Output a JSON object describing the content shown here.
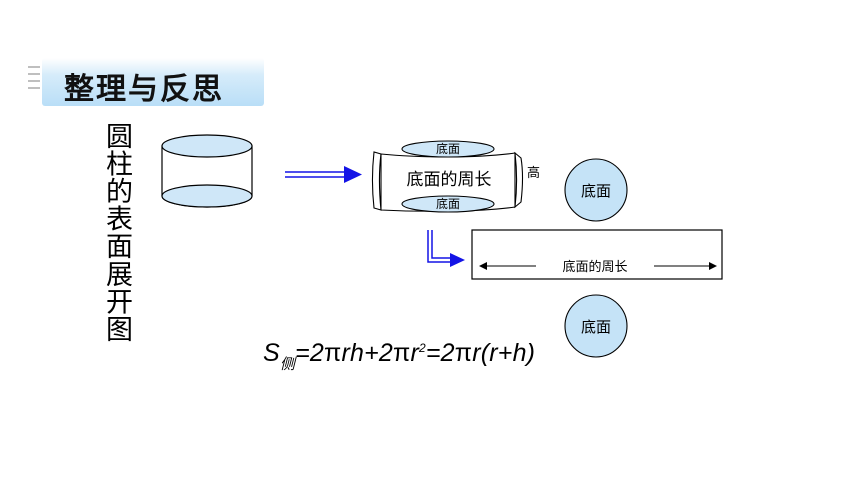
{
  "header": {
    "title": "整理与反思"
  },
  "side_caption": "圆柱的表面展开图",
  "labels": {
    "top_base": "底面",
    "bottom_base": "底面",
    "circumference": "底面的周长",
    "height": "高",
    "circle_top": "底面",
    "circle_bottom": "底面",
    "rect_length": "底面的周长"
  },
  "formula": {
    "s": "S",
    "sub": "侧",
    "part1": "=2",
    "pi1": "π",
    "part2": "rh+2",
    "pi2": "π",
    "part3": "r",
    "exp": "2",
    "part4": "=2",
    "pi3": "π",
    "part5": "r(r+h)"
  },
  "colors": {
    "arrow": "#1414e6",
    "circle_fill": "#c5e3f7",
    "ellipse_fill": "#cfe7f8",
    "stroke": "#000000"
  }
}
